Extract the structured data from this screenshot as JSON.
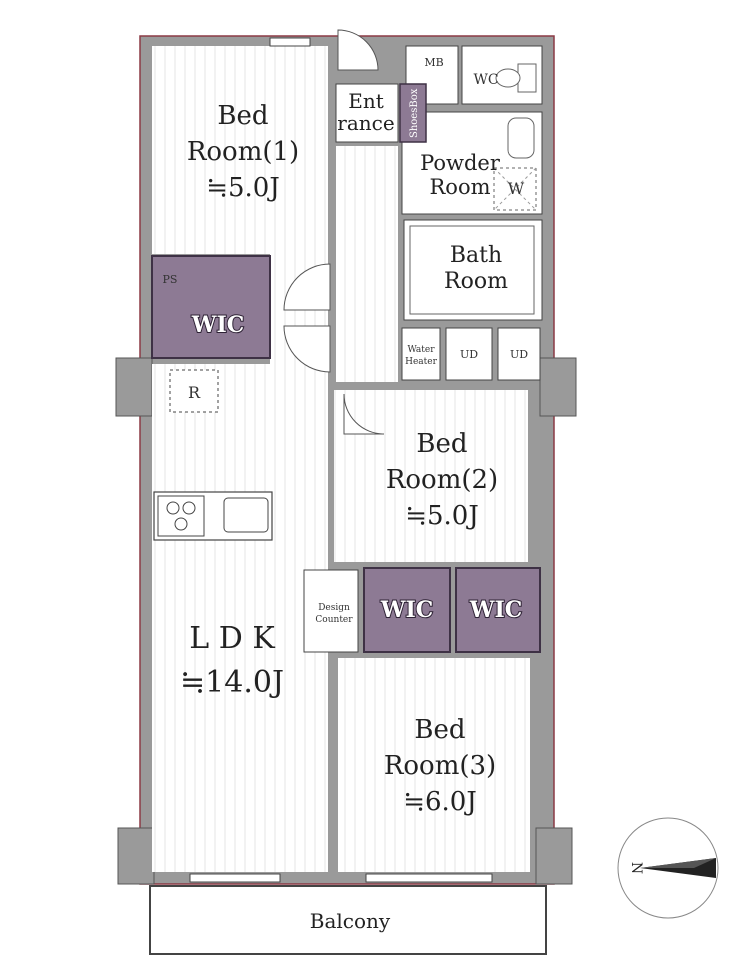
{
  "rooms": {
    "bed1": {
      "line1": "Bed",
      "line2": "Room(1)",
      "size": "≒5.0J"
    },
    "bed2": {
      "line1": "Bed",
      "line2": "Room(2)",
      "size": "≒5.0J"
    },
    "bed3": {
      "line1": "Bed",
      "line2": "Room(3)",
      "size": "≒6.0J"
    },
    "ldk": {
      "line1": "L D K",
      "size": "≒14.0J"
    },
    "entrance": {
      "line1": "Ent",
      "line2": "rance"
    },
    "powder": {
      "line1": "Powder",
      "line2": "Room"
    },
    "bath": {
      "line1": "Bath",
      "line2": "Room"
    },
    "balcony": "Balcony"
  },
  "fixtures": {
    "wic": "WIC",
    "ps": "PS",
    "refrigerator": "R",
    "mb": "MB",
    "wc": "WC",
    "washer": "W",
    "shoes_box": "ShoesBox",
    "water_heater_1": "Water",
    "water_heater_2": "Heater",
    "ud": "UD",
    "design_counter_1": "Design",
    "design_counter_2": "Counter"
  },
  "compass": {
    "north_label": "N"
  },
  "colors": {
    "wall": "#9a9a9a",
    "wall_outline": "#8b3a45",
    "floor_stripe": "#e6e6e6",
    "wic": "#8d7a94",
    "wic_border": "#3e3145"
  }
}
